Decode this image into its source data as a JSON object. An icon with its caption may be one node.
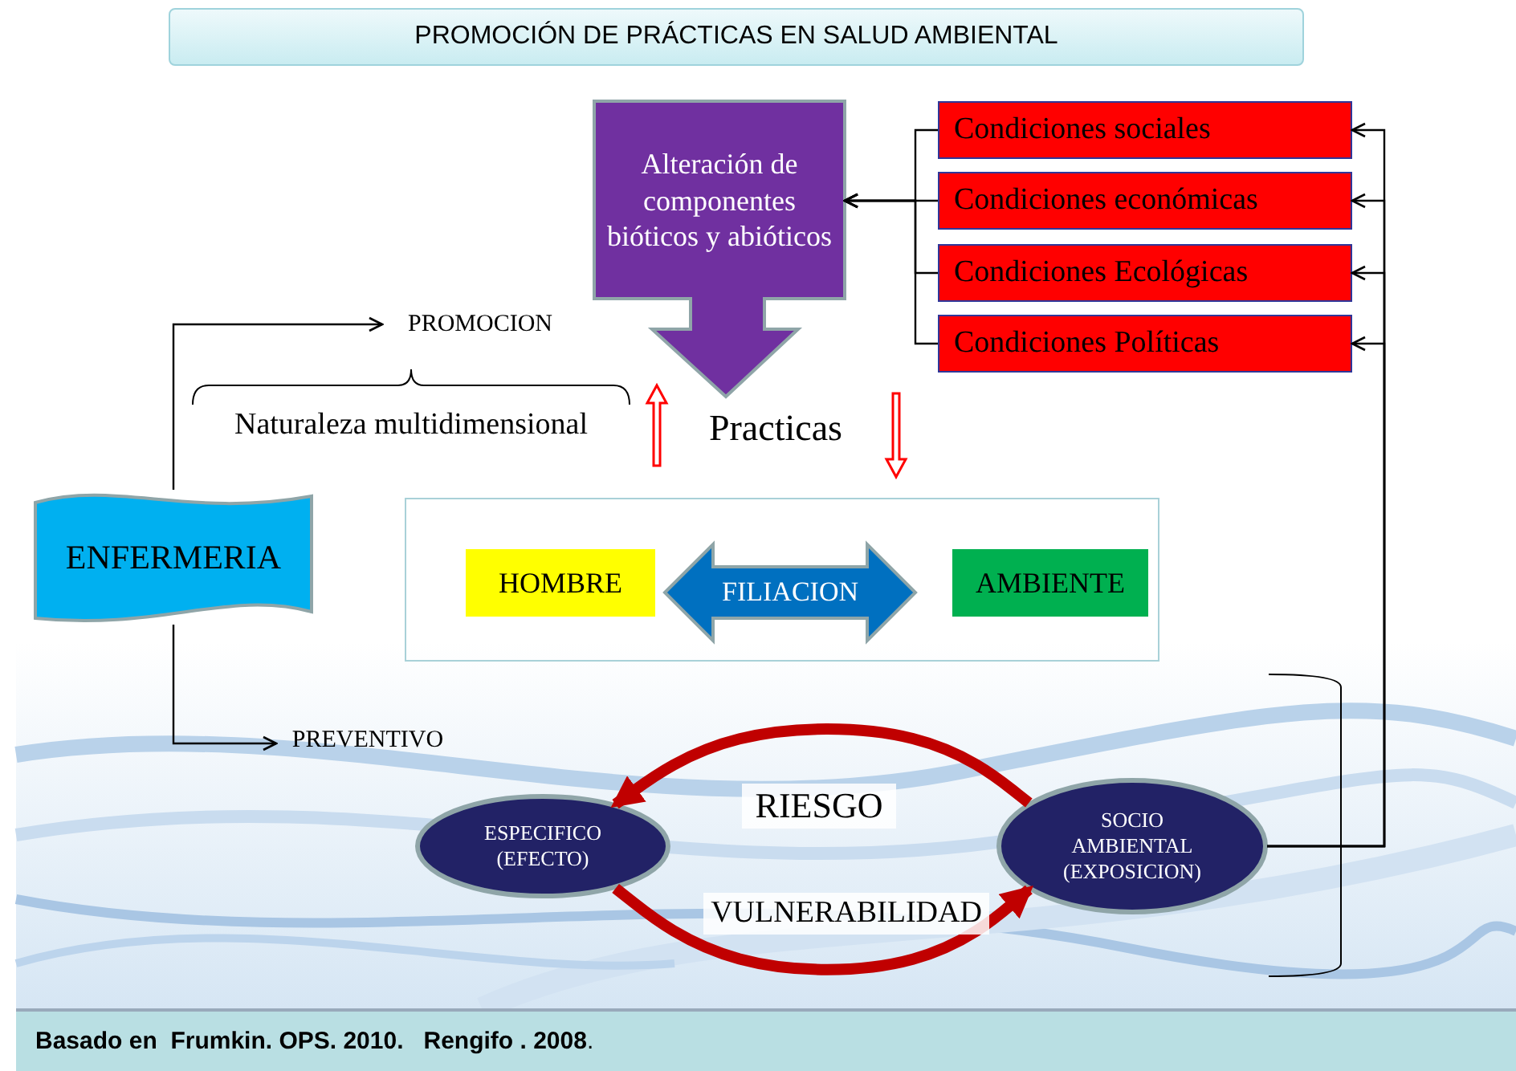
{
  "diagram": {
    "title": "PROMOCIÓN DE PRÁCTICAS EN SALUD AMBIENTAL",
    "caption": "**Basado en  Frumkin. OPS. 2010.   Rengifo . 2008**.",
    "nodes": [
      {
        "text": [
          "Alteración de componentes bióticos y abióticos"
        ]
      },
      {
        "text": [
          "Condiciones sociales"
        ]
      },
      {
        "text": [
          "Condiciones económicas"
        ]
      },
      {
        "text": [
          "Condiciones Ecológicas"
        ]
      },
      {
        "text": [
          "Condiciones Políticas"
        ]
      },
      {
        "text": [
          "PROMOCION"
        ]
      },
      {
        "text": [
          "ENFERMERIA"
        ]
      },
      {
        "text": [],
        "shape": "box"
      },
      {
        "text": [
          "HOMBRE"
        ],
        "in": 7
      },
      {
        "text": [
          "FILIACION"
        ],
        "in": 7
      },
      {
        "text": [
          "AMBIENTE"
        ],
        "in": 7
      },
      {
        "text": [
          "PREVENTIVO"
        ]
      },
      {
        "text": [
          "ESPECIFICO (EFECTO)"
        ]
      },
      {
        "text": [
          "SOCIO AMBIENTAL (EXPOSICION)"
        ]
      }
    ],
    "edges": [
      {
        "from": 1,
        "to": 0,
        "arrow": "to"
      },
      {
        "from": 2,
        "to": 0,
        "arrow": "to"
      },
      {
        "from": 3,
        "to": 0,
        "arrow": "to"
      },
      {
        "from": 4,
        "to": 0,
        "arrow": "to"
      },
      {
        "from": 13,
        "to": 1,
        "arrow": "to"
      },
      {
        "from": 13,
        "to": 2,
        "arrow": "to"
      },
      {
        "from": 13,
        "to": 3,
        "arrow": "to"
      },
      {
        "from": 13,
        "to": 4,
        "arrow": "to"
      },
      {
        "from": 6,
        "to": 5,
        "arrow": "to"
      },
      {
        "from": 6,
        "to": 11,
        "arrow": "to"
      },
      {
        "from": 13,
        "to": 12,
        "arrow": "to",
        "label": "RIESGO",
        "style": "thick",
        "color": "#c00000"
      },
      {
        "from": 12,
        "to": 13,
        "arrow": "to",
        "label": "VULNERABILIDAD",
        "style": "thick",
        "color": "#c00000"
      }
    ],
    "labels": [
      "Naturaleza multidimensional",
      "Practicas"
    ]
  }
}
